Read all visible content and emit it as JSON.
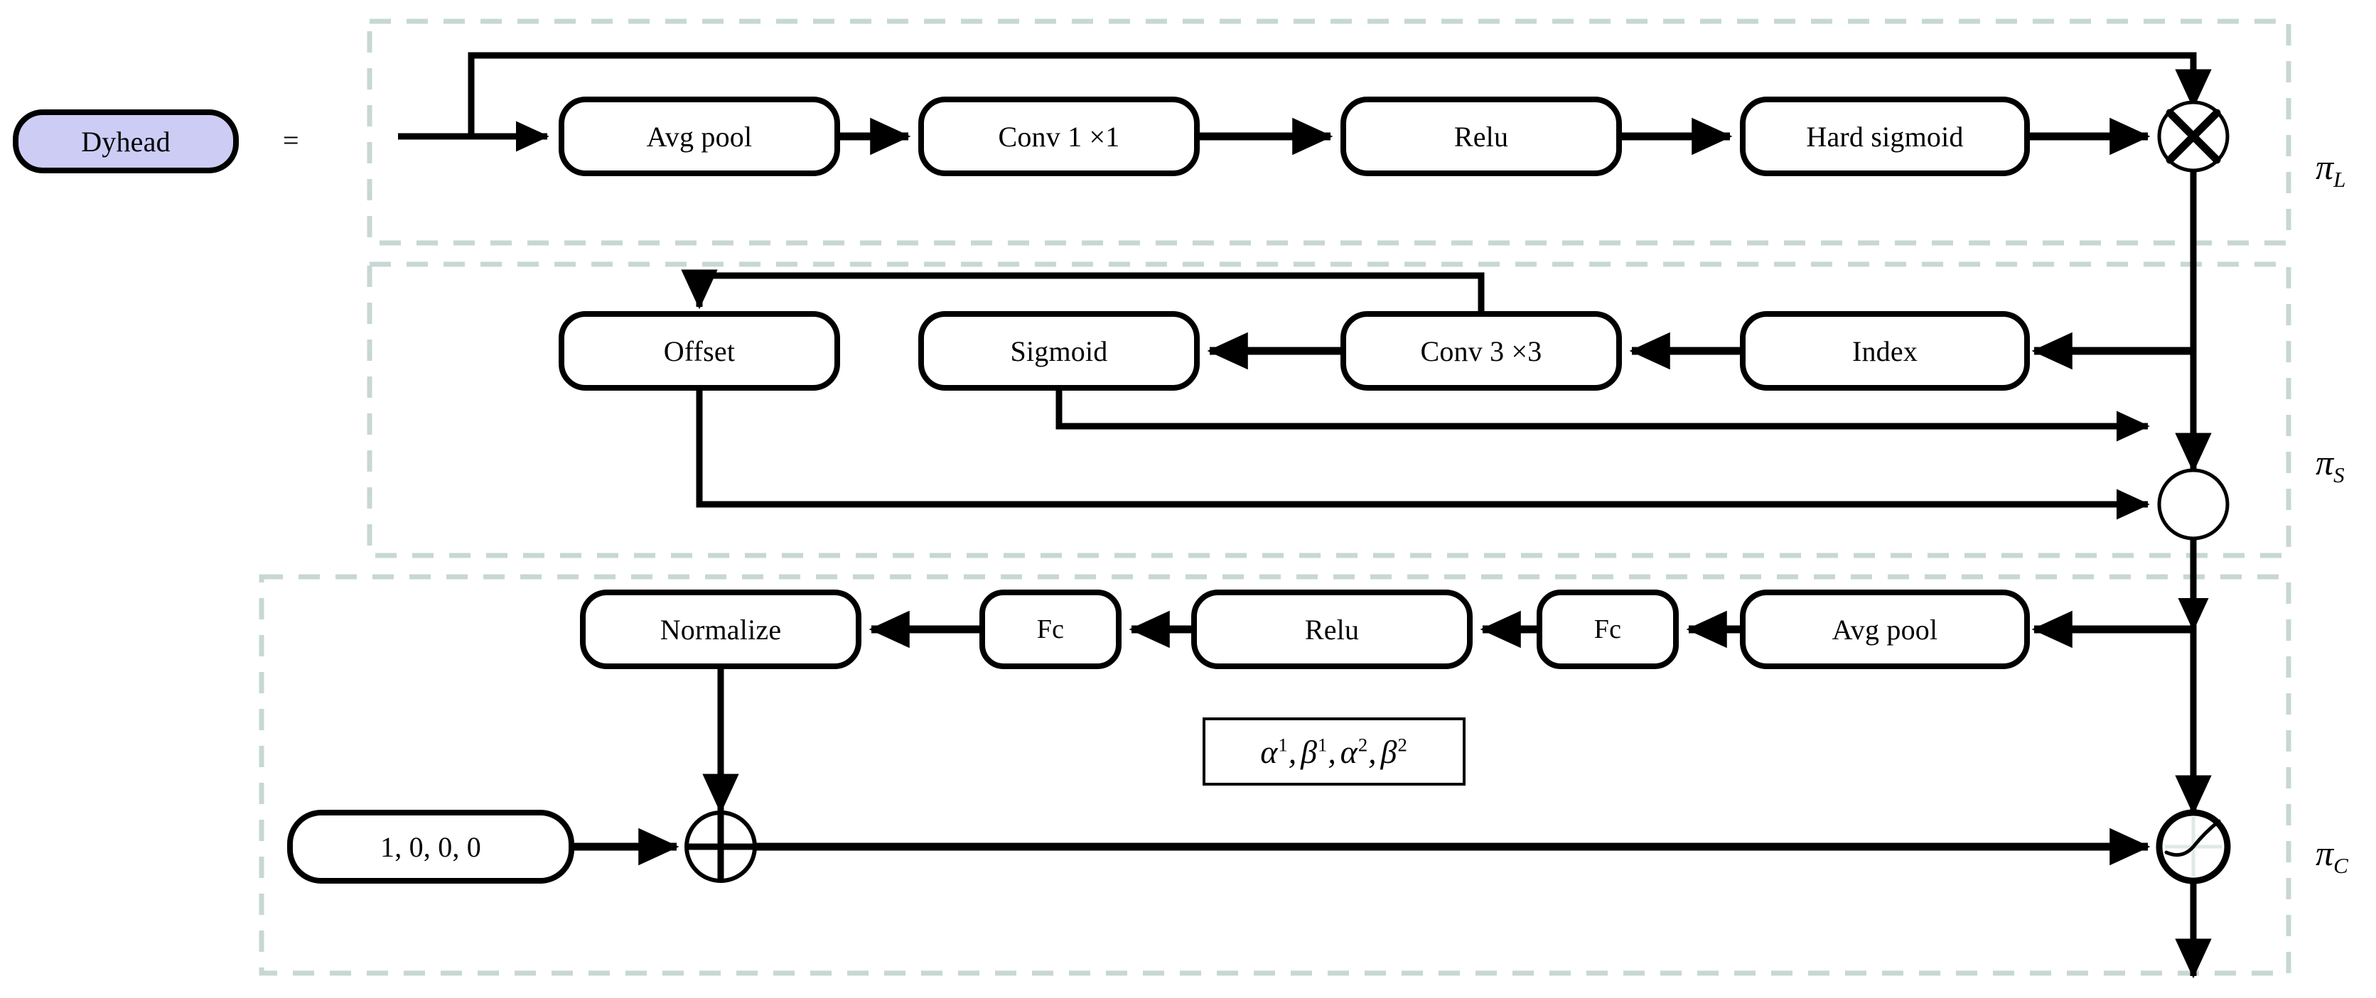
{
  "diagram": {
    "title_node": {
      "label": "Dyhead",
      "fill": "#ccccf5",
      "stroke": "#000000"
    },
    "equals_sign": "=",
    "groups": [
      {
        "id": "pi-l",
        "label": "π",
        "sub": "L"
      },
      {
        "id": "pi-s",
        "label": "π",
        "sub": "S"
      },
      {
        "id": "pi-c",
        "label": "π",
        "sub": "C"
      }
    ],
    "row_level": {
      "group_label": "π_L",
      "nodes": [
        {
          "name": "avg-pool",
          "label": "Avg pool"
        },
        {
          "name": "conv-1x1",
          "label": "Conv 1 ×1"
        },
        {
          "name": "relu",
          "label": "Relu"
        },
        {
          "name": "hard-sigmoid",
          "label": "Hard sigmoid"
        }
      ],
      "operator": {
        "name": "multiply-operator",
        "symbol": "⊗",
        "kind": "multiply"
      }
    },
    "row_spatial": {
      "group_label": "π_S",
      "nodes": [
        {
          "name": "offset",
          "label": "Offset"
        },
        {
          "name": "sigmoid",
          "label": "Sigmoid"
        },
        {
          "name": "conv-3x3",
          "label": "Conv 3 ×3"
        },
        {
          "name": "index",
          "label": "Index"
        }
      ],
      "operator": {
        "name": "deform-operator",
        "symbol": "○",
        "kind": "circle"
      }
    },
    "row_channel": {
      "group_label": "π_C",
      "nodes": [
        {
          "name": "normalize",
          "label": "Normalize"
        },
        {
          "name": "fc-2",
          "label": "Fc"
        },
        {
          "name": "relu-2",
          "label": "Relu"
        },
        {
          "name": "fc-1",
          "label": "Fc"
        },
        {
          "name": "avg-pool-2",
          "label": "Avg pool"
        }
      ],
      "init_vector": {
        "name": "init-vector",
        "label": "1,  0,  0,  0"
      },
      "params_box": {
        "name": "params-box",
        "label": "α¹, β¹, α², β²"
      },
      "add_operator": {
        "name": "add-operator",
        "symbol": "⊕",
        "kind": "add"
      },
      "activation_operator": {
        "name": "activation-operator",
        "symbol": "∿",
        "kind": "activation-curve"
      }
    },
    "colors": {
      "dashed_panel_border": "#c7d7d4",
      "node_fill": "#ffffff",
      "node_stroke": "#000000",
      "dyhead_fill": "#ccccf5",
      "edge": "#000000"
    }
  },
  "chart_data": {
    "type": "diagram",
    "title": "Dyhead = π_L ∘ π_S ∘ π_C",
    "blocks": [
      {
        "group": "π_L",
        "sequence": [
          "Avg pool",
          "Conv 1 ×1",
          "Relu",
          "Hard sigmoid",
          "⊗"
        ],
        "direction": "left-to-right",
        "skip_connection": true
      },
      {
        "group": "π_S",
        "sequence": [
          "Index",
          "Conv 3 ×3",
          "Sigmoid",
          "Offset",
          "○"
        ],
        "direction": "right-to-left",
        "skip_connection": true
      },
      {
        "group": "π_C",
        "sequence": [
          "Avg pool",
          "Fc",
          "Relu",
          "Fc",
          "Normalize",
          "⊕",
          "activation"
        ],
        "direction": "right-to-left",
        "extra_inputs": [
          "1,  0,  0,  0",
          "α¹, β¹, α², β²"
        ]
      }
    ]
  }
}
